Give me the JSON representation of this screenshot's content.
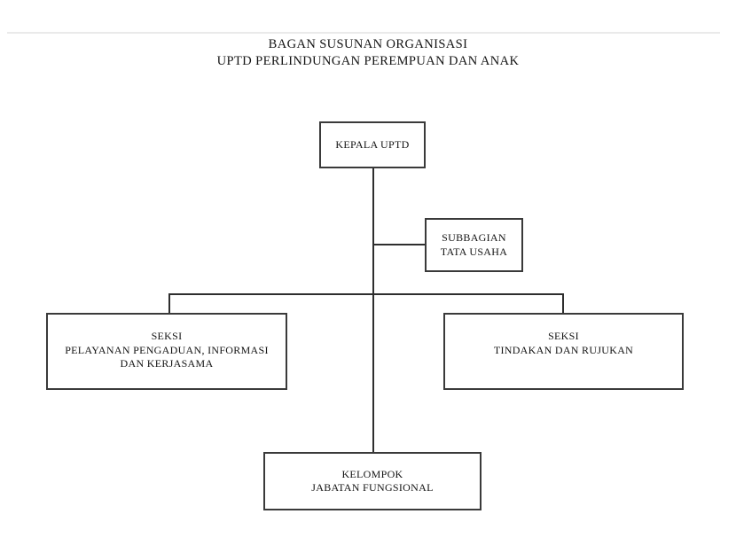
{
  "title": {
    "line1": "BAGAN SUSUNAN ORGANISASI",
    "line2": "UPTD PERLINDUNGAN PEREMPUAN DAN ANAK"
  },
  "nodes": {
    "kepala": {
      "line1": "KEPALA UPTD"
    },
    "subbagian": {
      "line1": "SUBBAGIAN",
      "line2": "TATA USAHA"
    },
    "seksi_pelayanan": {
      "line1": "SEKSI",
      "line2": "PELAYANAN PENGADUAN, INFORMASI",
      "line3": "DAN KERJASAMA"
    },
    "seksi_tindakan": {
      "line1": "SEKSI",
      "line2": "TINDAKAN DAN RUJUKAN"
    },
    "kelompok": {
      "line1": "KELOMPOK",
      "line2": "JABATAN FUNGSIONAL"
    }
  },
  "colors": {
    "background": "#ffffff",
    "box_border": "#3a3a3a",
    "connector": "#2e2e2e",
    "text": "#141414",
    "top_rule": "#eaeaea"
  }
}
